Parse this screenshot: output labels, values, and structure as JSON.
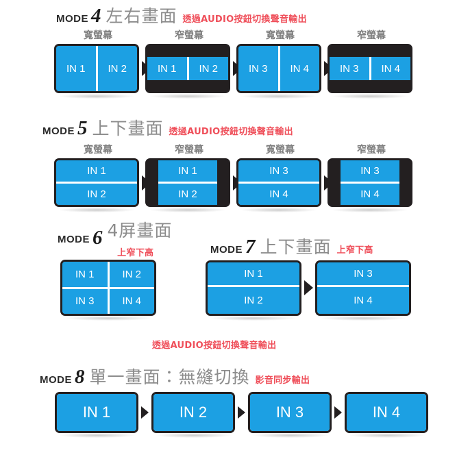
{
  "labels": {
    "mode_word": "MODE",
    "wide_screen": "寬螢幕",
    "narrow_screen": "窄螢幕",
    "audio_note": "透過AUDIO按鈕切換聲音輸出",
    "top_narrow_bottom_tall": "上窄下高",
    "av_sync_note": "影音同步輸出",
    "in1": "IN 1",
    "in2": "IN 2",
    "in3": "IN 3",
    "in4": "IN 4"
  },
  "colors": {
    "screen_blue": "#1CA0E3",
    "bezel_black": "#231f20",
    "note_red": "#ef4f5a",
    "title_gray": "#8c8c8c",
    "caption_gray": "#7f7f7f"
  },
  "modes": [
    {
      "number": "4",
      "title": "左右畫面",
      "note": "透過AUDIO按鈕切換聲音輸出",
      "captions": [
        "寬螢幕",
        "窄螢幕",
        "寬螢幕",
        "窄螢幕"
      ],
      "screens": [
        {
          "type": "wide",
          "layout": "side-by-side",
          "inputs": [
            "IN 1",
            "IN 2"
          ]
        },
        {
          "type": "narrow",
          "layout": "side-by-side",
          "inputs": [
            "IN 1",
            "IN 2"
          ]
        },
        {
          "type": "wide",
          "layout": "side-by-side",
          "inputs": [
            "IN 3",
            "IN 4"
          ]
        },
        {
          "type": "narrow",
          "layout": "side-by-side",
          "inputs": [
            "IN 3",
            "IN 4"
          ]
        }
      ]
    },
    {
      "number": "5",
      "title": "上下畫面",
      "note": "透過AUDIO按鈕切換聲音輸出",
      "captions": [
        "寬螢幕",
        "窄螢幕",
        "寬螢幕",
        "窄螢幕"
      ],
      "screens": [
        {
          "type": "wide",
          "layout": "stacked",
          "inputs": [
            "IN 1",
            "IN 2"
          ]
        },
        {
          "type": "narrow",
          "layout": "stacked",
          "inputs": [
            "IN 1",
            "IN 2"
          ]
        },
        {
          "type": "wide",
          "layout": "stacked",
          "inputs": [
            "IN 3",
            "IN 4"
          ]
        },
        {
          "type": "narrow",
          "layout": "stacked",
          "inputs": [
            "IN 3",
            "IN 4"
          ]
        }
      ]
    },
    {
      "number": "6",
      "title": "4屏畫面",
      "note": "上窄下高",
      "screens": [
        {
          "type": "wide",
          "layout": "quad",
          "inputs": [
            "IN 1",
            "IN 2",
            "IN 3",
            "IN 4"
          ]
        }
      ]
    },
    {
      "number": "7",
      "title": "上下畫面",
      "note": "上窄下高",
      "screens": [
        {
          "type": "wide",
          "layout": "stacked-uneven",
          "inputs": [
            "IN 1",
            "IN 2"
          ]
        },
        {
          "type": "wide",
          "layout": "stacked-uneven",
          "inputs": [
            "IN 3",
            "IN 4"
          ]
        }
      ]
    },
    {
      "number": "8",
      "title": "單一畫面：無縫切換",
      "note": "影音同步輸出",
      "screens": [
        {
          "type": "wide",
          "layout": "single",
          "inputs": [
            "IN 1"
          ]
        },
        {
          "type": "wide",
          "layout": "single",
          "inputs": [
            "IN 2"
          ]
        },
        {
          "type": "wide",
          "layout": "single",
          "inputs": [
            "IN 3"
          ]
        },
        {
          "type": "wide",
          "layout": "single",
          "inputs": [
            "IN 4"
          ]
        }
      ]
    }
  ],
  "shared_notes": [
    {
      "text": "透過AUDIO按鈕切換聲音輸出",
      "belongs_to": "mode6-mode7"
    }
  ]
}
